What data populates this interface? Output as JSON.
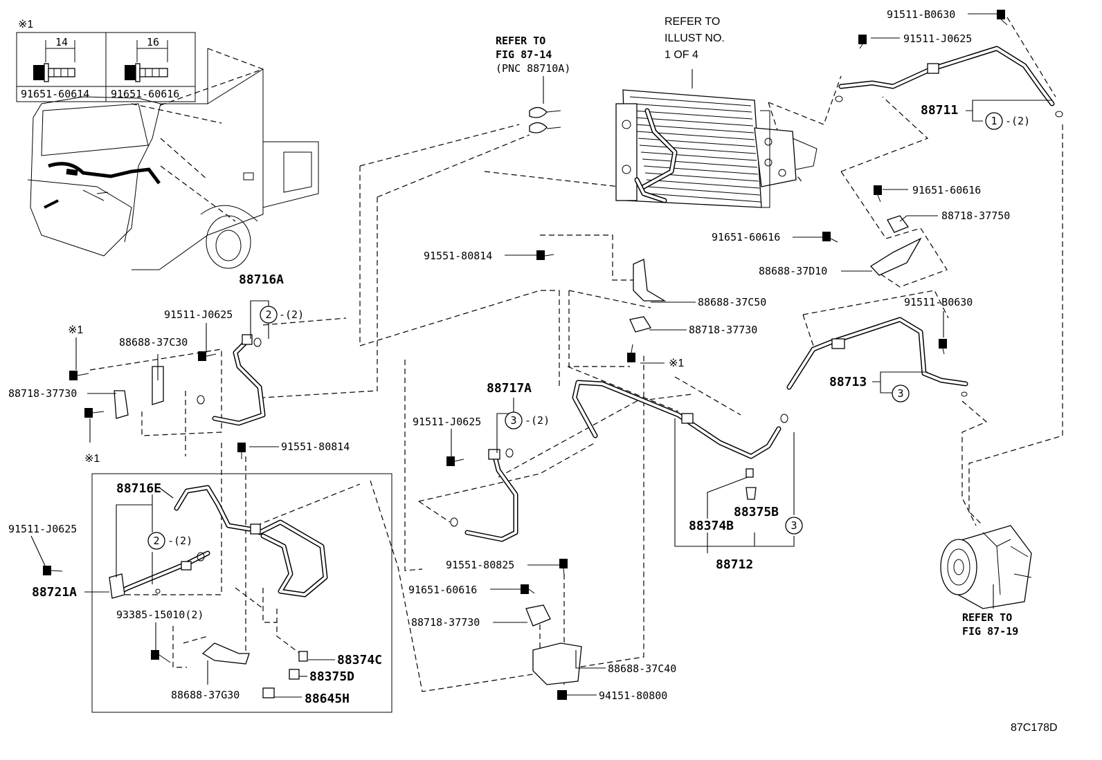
{
  "figure_code": "87C178D",
  "note_mark": "※1",
  "bolt_table": [
    {
      "dim": "14",
      "part": "91651-60614"
    },
    {
      "dim": "16",
      "part": "91651-60616"
    }
  ],
  "refs": {
    "top_center": [
      "REFER TO",
      "FIG 87-14",
      "(PNC 88710A)"
    ],
    "condenser": [
      "REFER TO",
      "ILLUST NO.",
      "1 OF 4"
    ],
    "compressor": [
      "REFER TO",
      "FIG 87-19"
    ]
  },
  "circle_labels": {
    "one": "1",
    "two": "2",
    "three": "3",
    "qty2": "-(2)"
  },
  "parts": {
    "p91511_B0630_top": "91511-B0630",
    "p91511_J0625_top": "91511-J0625",
    "p88711": "88711",
    "p91651_60616_a": "91651-60616",
    "p88718_37750": "88718-37750",
    "p91651_60616_b": "91651-60616",
    "p88688_37D10": "88688-37D10",
    "p91551_80814_a": "91551-80814",
    "p88688_37C50": "88688-37C50",
    "p88718_37730_a": "88718-37730",
    "p91511_B0630_r": "91511-B0630",
    "p88713": "88713",
    "p88716A": "88716A",
    "p91511_J0625_l": "91511-J0625",
    "p88688_37C30": "88688-37C30",
    "p88718_37730_l": "88718-37730",
    "p91551_80814_b": "91551-80814",
    "p88717A": "88717A",
    "p91511_J0625_m": "91511-J0625",
    "p88716E": "88716E",
    "p91511_J0625_b": "91511-J0625",
    "p88721A": "88721A",
    "p93385_15010": "93385-15010(2)",
    "p88688_37G30": "88688-37G30",
    "p88374C": "88374C",
    "p88375D": "88375D",
    "p88645H": "88645H",
    "p91551_80825": "91551-80825",
    "p91651_60616_c": "91651-60616",
    "p88718_37730_c": "88718-37730",
    "p88688_37C40": "88688-37C40",
    "p94151_80800": "94151-80800",
    "p88375B": "88375B",
    "p88374B": "88374B",
    "p88712": "88712"
  }
}
